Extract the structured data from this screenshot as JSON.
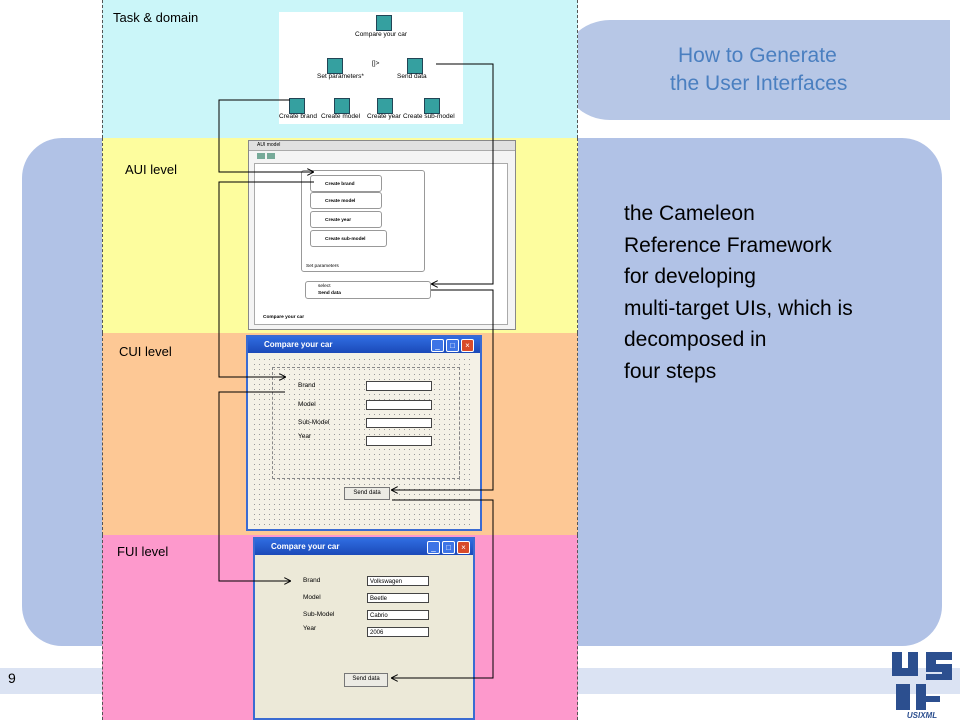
{
  "slide": {
    "title_line1": "How to Generate",
    "title_line2": "the User Interfaces",
    "body_lines": [
      "the Cameleon",
      "Reference Framework",
      "for developing",
      "multi-target UIs, which is",
      "decomposed in",
      "four steps"
    ],
    "page_number": "9",
    "logo_text": "USIXML"
  },
  "levels": {
    "task": "Task & domain",
    "aui": "AUI level",
    "cui": "CUI level",
    "fui": "FUI level"
  },
  "task_tree": {
    "root": "Compare your car",
    "set_parameters": "Set parameters*",
    "operator": "[]>",
    "send_data": "Send data",
    "leaves": [
      "Create brand",
      "Create model",
      "Create year",
      "Create sub-model"
    ]
  },
  "aui": {
    "window_title": "AUI model",
    "items": [
      "Create brand",
      "Create model",
      "Create year",
      "Create sub-model"
    ],
    "set_parameters": "Set parameters",
    "select": "select",
    "send_data": "Send data",
    "footer": "Compare your car"
  },
  "cui": {
    "window_title": "Compare your car",
    "labels": [
      "Brand",
      "Model",
      "Sub-Model",
      "Year"
    ],
    "button": "Send data"
  },
  "fui": {
    "window_title": "Compare your car",
    "labels": [
      "Brand",
      "Model",
      "Sub-Model",
      "Year"
    ],
    "values": [
      "Volkswagen",
      "Beetle",
      "Cabrio",
      "2006"
    ],
    "button": "Send data"
  },
  "colors": {
    "task_bg": "#cbf6f9",
    "aui_bg": "#fdfd9e",
    "cui_bg": "#fdc895",
    "fui_bg": "#fd99cc",
    "panel": "#b1c2e6",
    "title_text": "#4a7fc0"
  }
}
